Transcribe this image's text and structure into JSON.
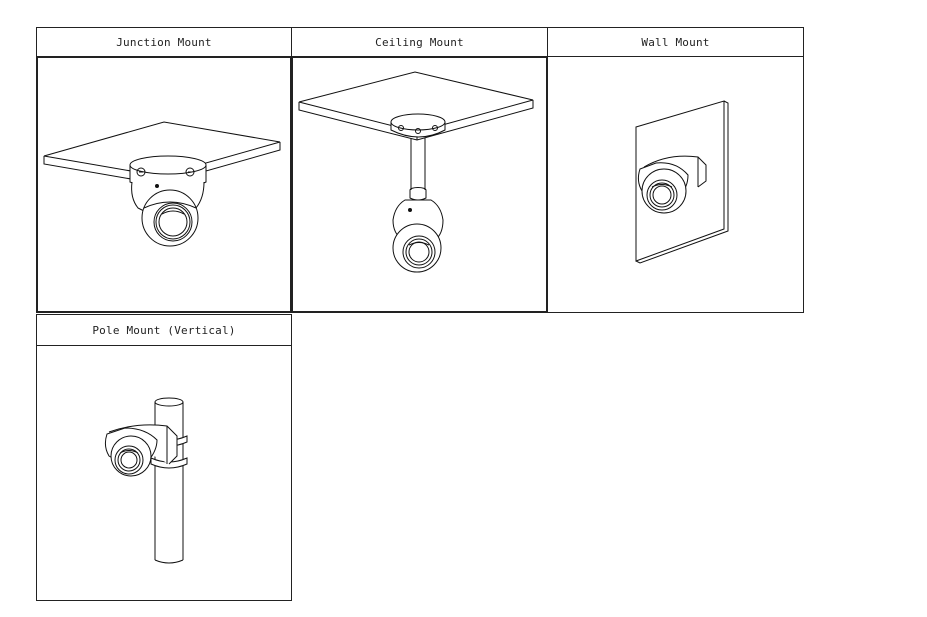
{
  "mounts": [
    {
      "label": "Junction Mount"
    },
    {
      "label": "Ceiling Mount"
    },
    {
      "label": "Wall Mount"
    },
    {
      "label": "Pole Mount (Vertical)"
    }
  ]
}
